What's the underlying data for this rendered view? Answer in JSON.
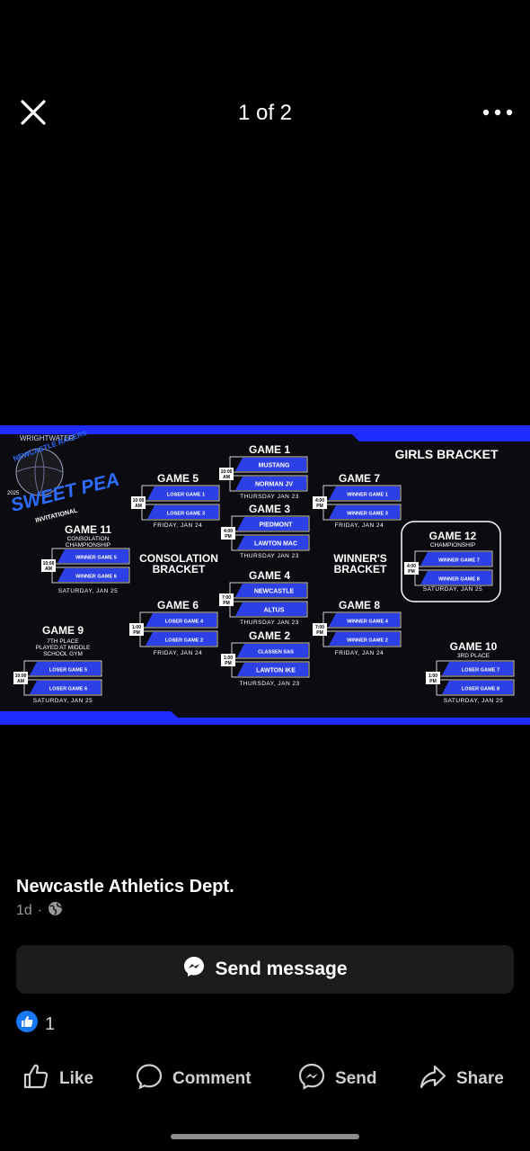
{
  "viewer": {
    "counter": "1 of 2"
  },
  "bracket": {
    "logo": {
      "brand": "WRIGHTWATER",
      "line1": "NEWCASTLE RACERS",
      "year": "2025",
      "name": "SWEET PEA",
      "sub": "INVITATIONAL"
    },
    "title": "GIRLS BRACKET",
    "consolation_label": [
      "CONSOLATION",
      "BRACKET"
    ],
    "winners_label": [
      "WINNER'S",
      "BRACKET"
    ],
    "games": {
      "g1": {
        "title": "GAME 1",
        "time": [
          "10:00",
          "AM"
        ],
        "team1": "MUSTANG",
        "team2": "NORMAN JV",
        "date": "THURSDAY JAN 23"
      },
      "g2": {
        "title": "GAME 2",
        "time": [
          "1:00",
          "PM"
        ],
        "team1": "CLASSEN SAS",
        "team2": "LAWTON IKE",
        "date": "THURSDAY, JAN 23"
      },
      "g3": {
        "title": "GAME 3",
        "time": [
          "4:00",
          "PM"
        ],
        "team1": "PIEDMONT",
        "team2": "LAWTON MAC",
        "date": "THURSDAY JAN 23"
      },
      "g4": {
        "title": "GAME 4",
        "time": [
          "7:00",
          "PM"
        ],
        "team1": "NEWCASTLE",
        "team2": "ALTUS",
        "date": "THURSDAY JAN 23"
      },
      "g5": {
        "title": "GAME 5",
        "time": [
          "10:00",
          "AM"
        ],
        "team1": "LOSER GAME 1",
        "team2": "LOSER GAME 3",
        "date": "FRIDAY, JAN 24"
      },
      "g6": {
        "title": "GAME 6",
        "time": [
          "1:00",
          "PM"
        ],
        "team1": "LOSER GAME 4",
        "team2": "LOSER GAME 2",
        "date": "FRIDAY, JAN 24"
      },
      "g7": {
        "title": "GAME 7",
        "time": [
          "4:00",
          "PM"
        ],
        "team1": "WINNER GAME 1",
        "team2": "WINNER GAME 3",
        "date": "FRIDAY, JAN 24"
      },
      "g8": {
        "title": "GAME 8",
        "time": [
          "7:00",
          "PM"
        ],
        "team1": "WINNER GAME 4",
        "team2": "WINNER GAME 2",
        "date": "FRIDAY, JAN 24"
      },
      "g9": {
        "title": "GAME 9",
        "sub": [
          "7TH PLACE",
          "PLAYED AT MIDDLE",
          "SCHOOL GYM"
        ],
        "time": [
          "10:00",
          "AM"
        ],
        "team1": "LOSER GAME 5",
        "team2": "LOSER GAME 6",
        "date": "SATURDAY, JAN 25"
      },
      "g10": {
        "title": "GAME 10",
        "sub": [
          "3RD PLACE"
        ],
        "time": [
          "1:00",
          "PM"
        ],
        "team1": "LOSER GAME 7",
        "team2": "LOSER GAME 8",
        "date": "SATURDAY, JAN 25"
      },
      "g11": {
        "title": "GAME 11",
        "sub": [
          "CONSOLATION",
          "CHAMPIONSHIP"
        ],
        "time": [
          "10:00",
          "AM"
        ],
        "team1": "WINNER GAME 5",
        "team2": "WINNER GAME 6",
        "date": "SATURDAY, JAN 25"
      },
      "g12": {
        "title": "GAME 12",
        "sub": [
          "CHAMPIONSHIP"
        ],
        "time": [
          "4:00",
          "PM"
        ],
        "team1": "WINNER GAME 7",
        "team2": "WINNER GAME 8",
        "date": "SATURDAY, JAN 25"
      }
    }
  },
  "post": {
    "author": "Newcastle Athletics Dept.",
    "time": "1d",
    "send_message": "Send message",
    "like_count": "1",
    "actions": {
      "like": "Like",
      "comment": "Comment",
      "send": "Send",
      "share": "Share"
    }
  },
  "colors": {
    "accent_blue": "#1f2bff",
    "slot_blue": "#2d40e6",
    "like_blue": "#1877f2"
  }
}
